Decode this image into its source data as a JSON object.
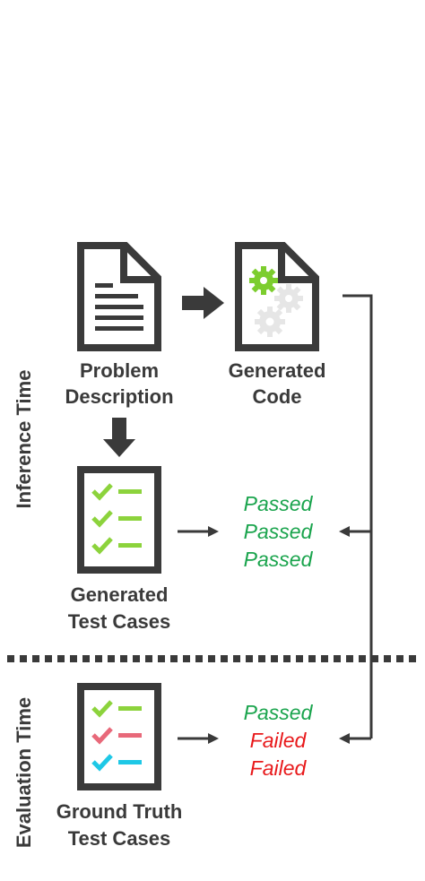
{
  "colors": {
    "ink": "#3a3a3a",
    "passed": "#1aa44d",
    "failed": "#e8191b",
    "check_green": "#8cd33c",
    "check_red": "#e8697a",
    "check_cyan": "#1ec8e6",
    "gear_green": "#7ccd2e",
    "gear_grey": "#e6e6e6"
  },
  "labels": {
    "problem_line1": "Problem",
    "problem_line2": "Description",
    "generated_code_line1": "Generated",
    "generated_code_line2": "Code",
    "generated_tests_line1": "Generated",
    "generated_tests_line2": "Test Cases",
    "ground_truth_line1": "Ground Truth",
    "ground_truth_line2": "Test Cases"
  },
  "sections": {
    "inference": "Inference Time",
    "evaluation": "Evaluation Time"
  },
  "results": {
    "generated": [
      "Passed",
      "Passed",
      "Passed"
    ],
    "ground_truth": [
      "Passed",
      "Failed",
      "Failed"
    ]
  },
  "icons": {
    "problem": "document-icon",
    "code": "code-file-gears-icon",
    "generated_tests": "checklist-icon",
    "ground_truth_tests": "checklist-icon"
  }
}
